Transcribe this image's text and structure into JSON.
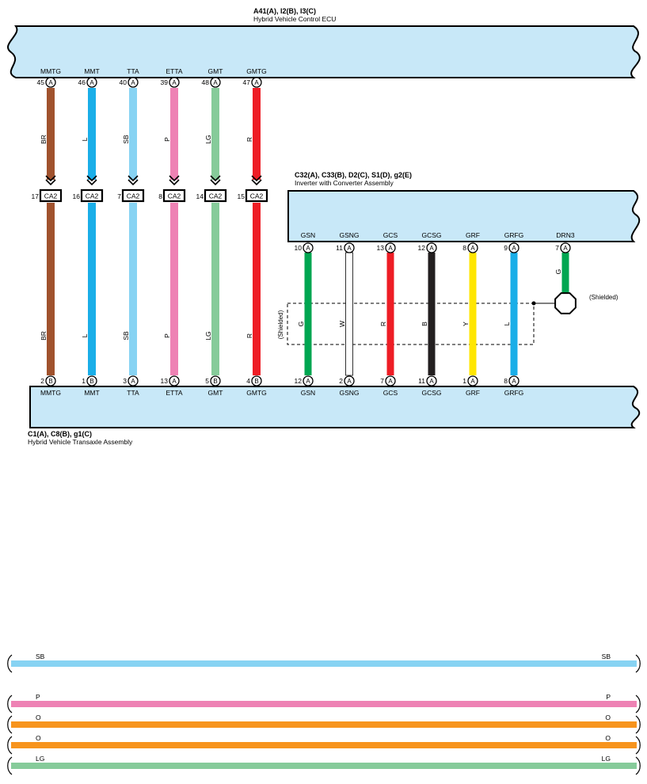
{
  "ecu": {
    "connectors": "A41(A), I2(B), I3(C)",
    "name": "Hybrid Vehicle Control ECU",
    "pins": [
      {
        "label": "MMTG",
        "pin": "45",
        "conn": "A"
      },
      {
        "label": "MMT",
        "pin": "46",
        "conn": "A"
      },
      {
        "label": "TTA",
        "pin": "40",
        "conn": "A"
      },
      {
        "label": "ETTA",
        "pin": "39",
        "conn": "A"
      },
      {
        "label": "GMT",
        "pin": "48",
        "conn": "A"
      },
      {
        "label": "GMTG",
        "pin": "47",
        "conn": "A"
      }
    ]
  },
  "left_wires": [
    {
      "code": "BR",
      "color": "#a0522d",
      "mid_pin": "17",
      "connector": "CA2"
    },
    {
      "code": "L",
      "color": "#1aaee8",
      "mid_pin": "16",
      "connector": "CA2"
    },
    {
      "code": "SB",
      "color": "#87d3f3",
      "mid_pin": "7",
      "connector": "CA2"
    },
    {
      "code": "P",
      "color": "#ee82b4",
      "mid_pin": "8",
      "connector": "CA2"
    },
    {
      "code": "LG",
      "color": "#86cb9a",
      "mid_pin": "14",
      "connector": "CA2"
    },
    {
      "code": "R",
      "color": "#ee1d25",
      "mid_pin": "15",
      "connector": "CA2"
    }
  ],
  "inverter": {
    "connectors": "C32(A), C33(B), D2(C), S1(D), g2(E)",
    "name": "Inverter with Converter Assembly",
    "pins": [
      {
        "label": "GSN",
        "pin": "10",
        "conn": "A",
        "code": "G",
        "color": "#00a651"
      },
      {
        "label": "GSNG",
        "pin": "11",
        "conn": "A",
        "code": "W",
        "color": "#ffffff"
      },
      {
        "label": "GCS",
        "pin": "13",
        "conn": "A",
        "code": "R",
        "color": "#ee1d25"
      },
      {
        "label": "GCSG",
        "pin": "12",
        "conn": "A",
        "code": "B",
        "color": "#231f20"
      },
      {
        "label": "GRF",
        "pin": "8",
        "conn": "A",
        "code": "Y",
        "color": "#ffe600"
      },
      {
        "label": "GRFG",
        "pin": "9",
        "conn": "A",
        "code": "L",
        "color": "#1aaee8"
      }
    ],
    "drain": {
      "label": "DRN3",
      "pin": "7",
      "conn": "A",
      "code": "G",
      "color": "#00a651"
    },
    "shield_label": "(Shielded)"
  },
  "transaxle": {
    "connectors": "C1(A), C8(B), g1(C)",
    "name": "Hybrid Vehicle Transaxle Assembly",
    "pins": [
      {
        "label": "MMTG",
        "pin": "2",
        "conn": "B"
      },
      {
        "label": "MMT",
        "pin": "1",
        "conn": "B"
      },
      {
        "label": "TTA",
        "pin": "3",
        "conn": "A"
      },
      {
        "label": "ETTA",
        "pin": "13",
        "conn": "A"
      },
      {
        "label": "GMT",
        "pin": "5",
        "conn": "B"
      },
      {
        "label": "GMTG",
        "pin": "4",
        "conn": "B"
      },
      {
        "label": "GSN",
        "pin": "12",
        "conn": "A"
      },
      {
        "label": "GSNG",
        "pin": "2",
        "conn": "A"
      },
      {
        "label": "GCS",
        "pin": "7",
        "conn": "A"
      },
      {
        "label": "GCSG",
        "pin": "11",
        "conn": "A"
      },
      {
        "label": "GRF",
        "pin": "1",
        "conn": "A"
      },
      {
        "label": "GRFG",
        "pin": "8",
        "conn": "A"
      }
    ]
  },
  "legend_bars": [
    {
      "code": "SB",
      "color": "#87d3f3"
    },
    {
      "code": "P",
      "color": "#ee82b4"
    },
    {
      "code": "O",
      "color": "#f7941d"
    },
    {
      "code": "O",
      "color": "#f7941d"
    },
    {
      "code": "LG",
      "color": "#86cb9a"
    }
  ],
  "colors": {
    "component_fill": "#c8e8f8",
    "outline": "#000000"
  }
}
